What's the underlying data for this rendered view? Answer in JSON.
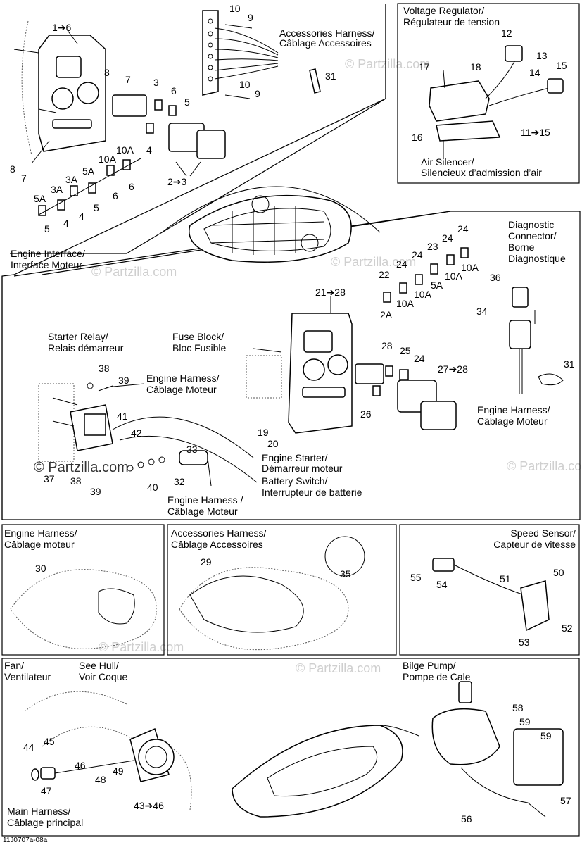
{
  "sections": {
    "main": {
      "engine_interface": [
        "Engine Interface/",
        "Interface Moteur"
      ],
      "accessories_harness": [
        "Accessories Harness/",
        "Câblage Accessoires"
      ],
      "starter_relay": [
        "Starter Relay/",
        "Relais démarreur"
      ],
      "fuse_block": [
        "Fuse Block/",
        "Bloc Fusible"
      ],
      "engine_harness_1": [
        "Engine Harness/",
        "Câblage Moteur"
      ],
      "engine_starter": [
        "Engine Starter/",
        "Démarreur moteur"
      ],
      "battery_switch": [
        "Battery Switch/",
        "Interrupteur de batterie"
      ],
      "engine_harness_2": [
        "Engine Harness /",
        "Câblage Moteur"
      ],
      "diagnostic": [
        "Diagnostic",
        "Connector/",
        "Borne",
        "Diagnostique"
      ],
      "engine_harness_3": [
        "Engine Harness/",
        "Câblage Moteur"
      ]
    },
    "voltage_regulator": {
      "title": [
        "Voltage Regulator/",
        "Régulateur de tension"
      ],
      "air_silencer": [
        "Air Silencer/",
        "Silencieux d’admission d’air"
      ]
    },
    "engine_harness_panel": {
      "title": [
        "Engine Harness/",
        "Câblage moteur"
      ]
    },
    "accessories_panel": {
      "title": [
        "Accessories Harness/",
        "Câblage Accessoires"
      ]
    },
    "speed_sensor_panel": {
      "title": [
        "Speed Sensor/",
        "Capteur de vitesse"
      ]
    },
    "bottom_panel": {
      "fan": [
        "Fan/",
        "Ventilateur"
      ],
      "see_hull": [
        "See Hull/",
        "Voir Coque"
      ],
      "main_harness": [
        "Main Harness/",
        "Câblage principal"
      ],
      "bilge_pump": [
        "Bilge Pump/",
        "Pompe de Cale"
      ]
    }
  },
  "callouts": {
    "c1_6": "1➔6",
    "c10a": "10",
    "c9a": "9",
    "c8a": "8",
    "c7a": "7",
    "c3": "3",
    "c6a": "6",
    "c5a": "5",
    "c31a": "31",
    "c10b": "10",
    "c9b": "9",
    "c4a": "4",
    "c8b": "8",
    "c7b": "7",
    "f10A_1": "10A",
    "f10A_2": "10A",
    "f5A_1": "5A",
    "f3A_1": "3A",
    "f5A_2": "5A",
    "f3A_2": "3A",
    "n6a": "6",
    "n6b": "6",
    "n5a": "5",
    "n4a": "4",
    "n4b": "4",
    "n5b": "5",
    "c2_3": "2➔3",
    "c12": "12",
    "c13": "13",
    "c17": "17",
    "c18": "18",
    "c15": "15",
    "c14": "14",
    "c16": "16",
    "c11_15": "11➔15",
    "c24a": "24",
    "c24b": "24",
    "c23": "23",
    "c24c": "24",
    "c24d": "24",
    "c22": "22",
    "f10A_3": "10A",
    "f10A_4": "10A",
    "f5A_3": "5A",
    "f10A_5": "10A",
    "f10A_6": "10A",
    "f2A": "2A",
    "c36": "36",
    "c34": "34",
    "c21_28": "21➔28",
    "c28": "28",
    "c25": "25",
    "c24e": "24",
    "c27_28": "27➔28",
    "c26": "26",
    "c19": "19",
    "c20": "20",
    "c31b": "31",
    "c38a": "38",
    "c39a": "39",
    "c41": "41",
    "c42": "42",
    "c33": "33",
    "c37": "37",
    "c38b": "38",
    "c39b": "39",
    "c40": "40",
    "c32": "32",
    "c30": "30",
    "c29": "29",
    "c35": "35",
    "c55": "55",
    "c54": "54",
    "c51": "51",
    "c50": "50",
    "c52": "52",
    "c53": "53",
    "c44": "44",
    "c45": "45",
    "c46": "46",
    "c47": "47",
    "c48": "48",
    "c49": "49",
    "c43_46": "43➔46",
    "c58": "58",
    "c59a": "59",
    "c59b": "59",
    "c57": "57",
    "c56": "56"
  },
  "watermarks": {
    "copyright": "© Partzilla.com",
    "faint": "© Partzilla.com"
  },
  "footer_code": "11J0707a-08a"
}
